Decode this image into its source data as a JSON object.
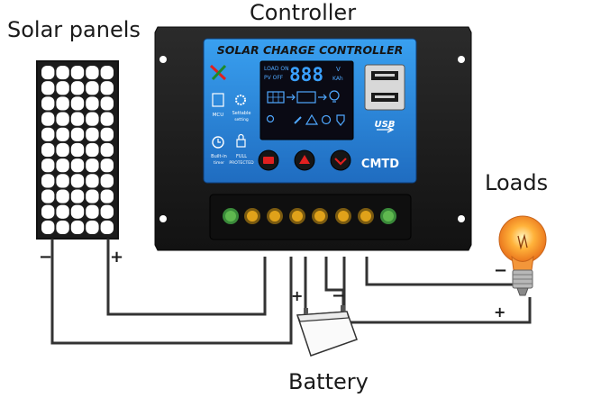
{
  "labels": {
    "solar_panels": "Solar panels",
    "controller": "Controller",
    "loads": "Loads",
    "battery": "Battery"
  },
  "controller": {
    "banner": "SOLAR CHARGE CONTROLLER",
    "brand": "CMTD",
    "usb_label": "USB",
    "lcd_digits": "888",
    "lcd_load_on": "LOAD ON",
    "lcd_pv_off": "PV OFF",
    "lcd_unit_v": "V",
    "lcd_unit_a": "KAh",
    "feature_mcu": "MCU",
    "feature_settable": "Settable",
    "feature_settable_sub": "setting",
    "feature_timer": "Built-in",
    "feature_timer_sub": "timer",
    "feature_full": "FULL",
    "feature_full_sub": "PROTECTED"
  },
  "polarity": {
    "panel_minus": "−",
    "panel_plus": "+",
    "battery_plus": "+",
    "battery_minus": "−",
    "load_minus": "−",
    "load_plus": "+"
  },
  "colors": {
    "controller_body": "#1c1c1c",
    "panel_face": "#2a7fd4",
    "banner_text": "#1a1a1a",
    "lcd_bg": "#0a0a14",
    "lcd_digits": "#3aa0ff",
    "terminal_gold": "#e0a21a",
    "terminal_green": "#3a8a3a",
    "bulb_glow": "#f08a1c",
    "wire": "#333333"
  }
}
